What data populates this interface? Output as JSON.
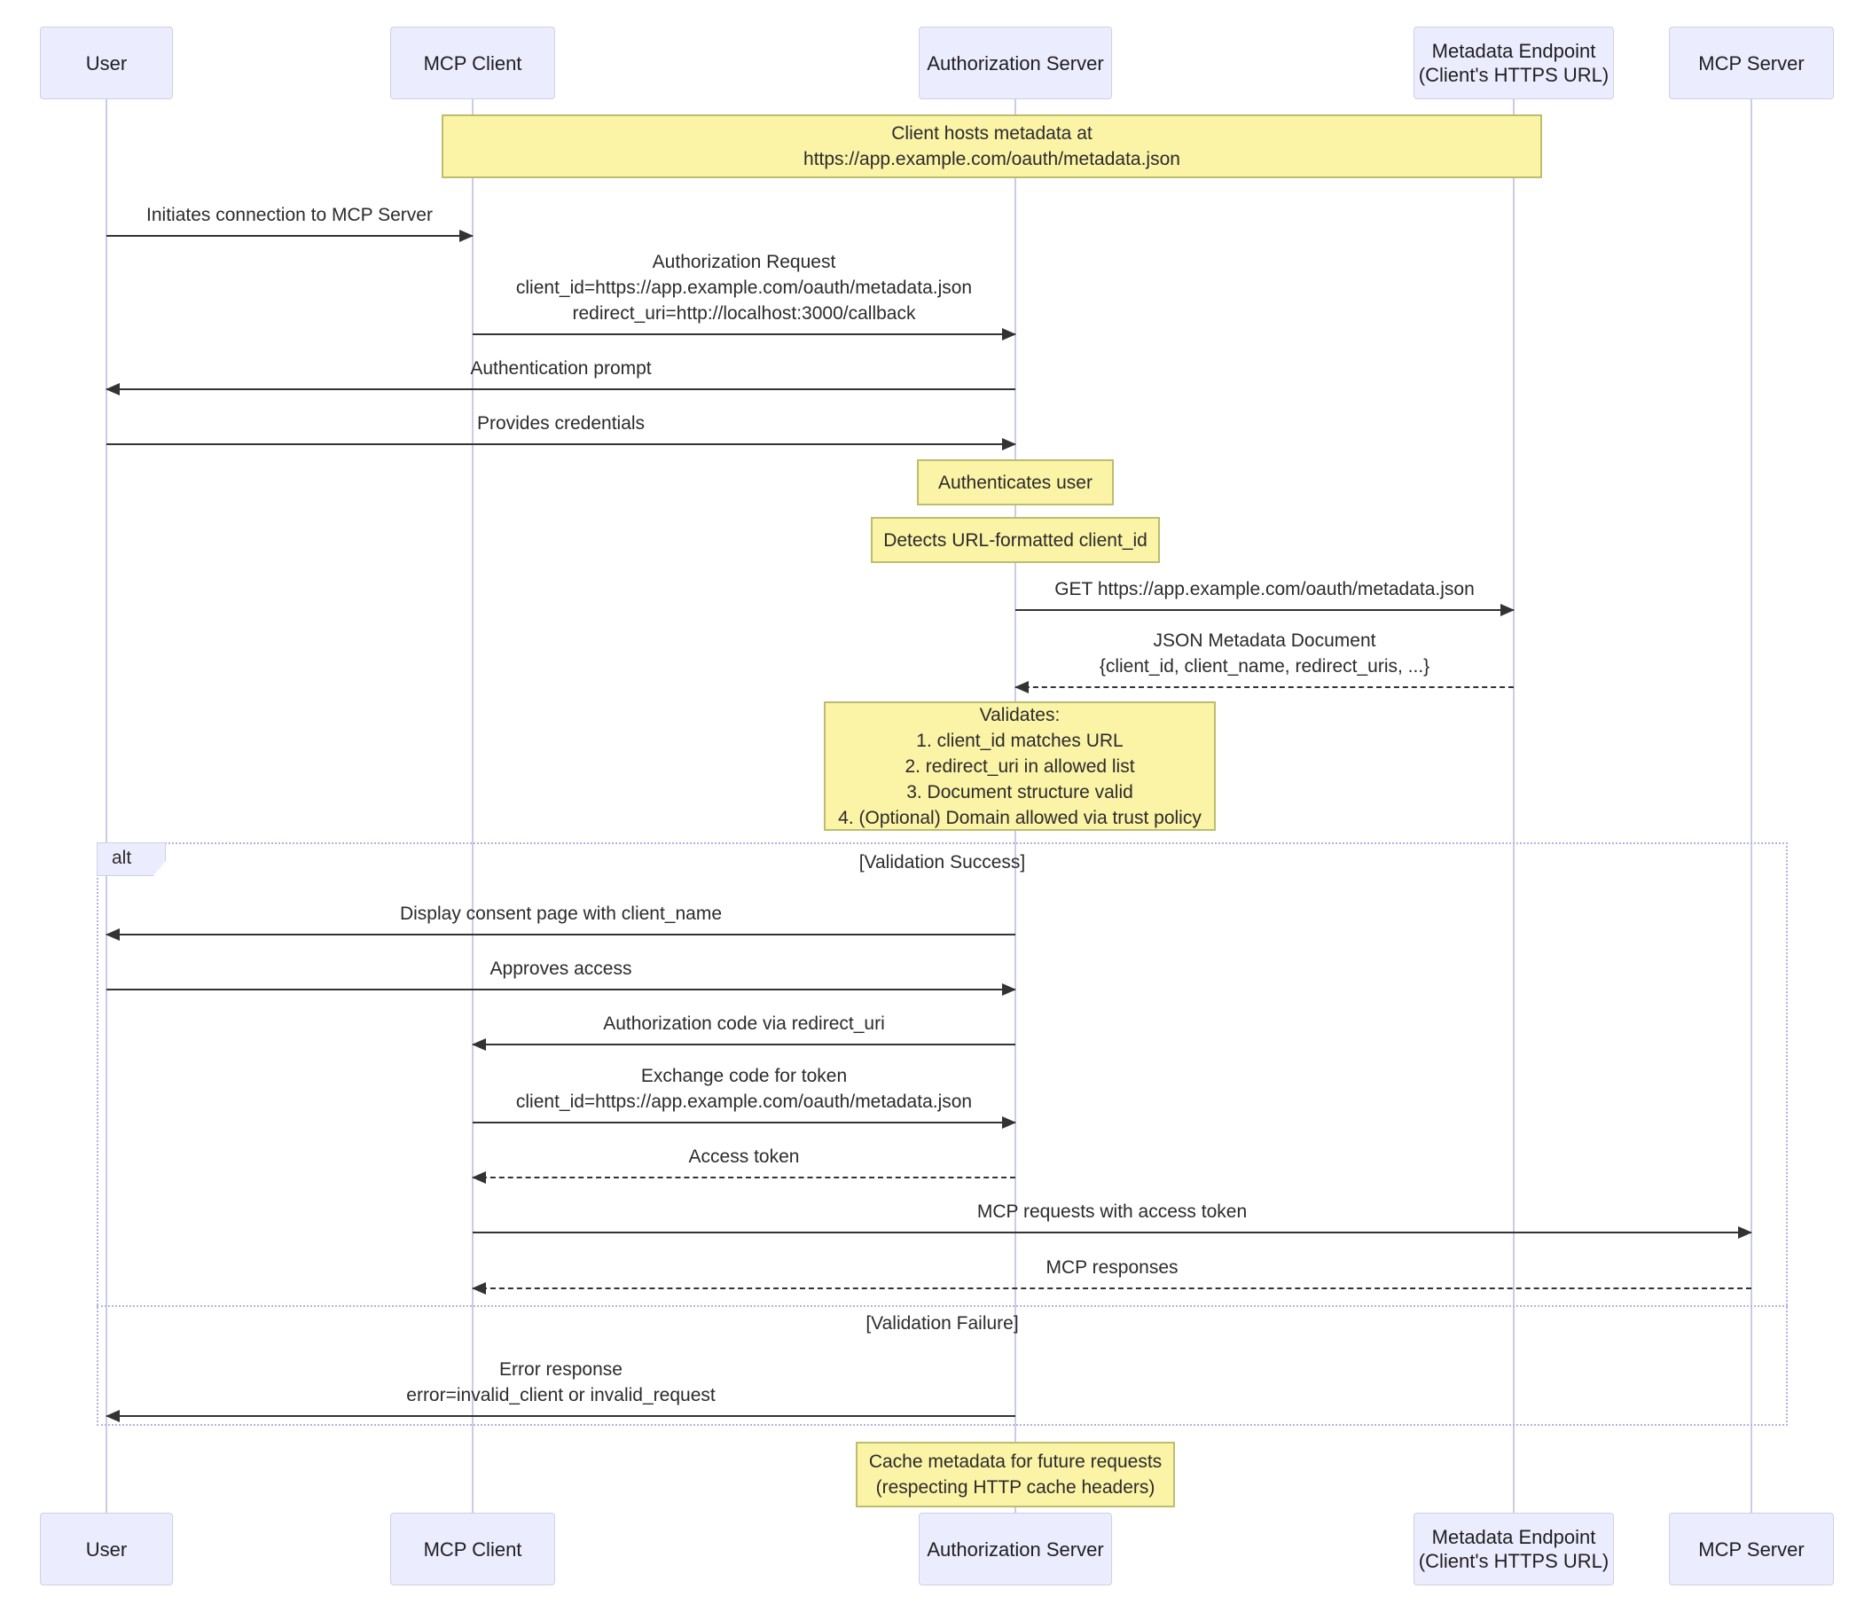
{
  "diagram": {
    "participants": [
      {
        "id": "user",
        "label": "User"
      },
      {
        "id": "mcp-client",
        "label": "MCP Client"
      },
      {
        "id": "auth-server",
        "label": "Authorization Server"
      },
      {
        "id": "metadata-endpoint",
        "label": "Metadata Endpoint\n(Client's HTTPS URL)"
      },
      {
        "id": "mcp-server",
        "label": "MCP Server"
      }
    ],
    "notes": [
      {
        "over": "MCP Client, Metadata Endpoint",
        "text": "Client hosts metadata at\nhttps://app.example.com/oauth/metadata.json"
      },
      {
        "over": "Authorization Server",
        "text": "Authenticates user"
      },
      {
        "over": "Authorization Server",
        "text": "Detects URL-formatted client_id"
      },
      {
        "over": "Authorization Server",
        "text": "Validates:\n1. client_id matches URL\n2. redirect_uri in allowed list\n3. Document structure valid\n4. (Optional) Domain allowed via trust policy"
      },
      {
        "over": "Authorization Server",
        "text": "Cache metadata for future requests\n(respecting HTTP cache headers)"
      }
    ],
    "messages": [
      {
        "from": "User",
        "to": "MCP Client",
        "style": "solid",
        "text": "Initiates connection to MCP Server"
      },
      {
        "from": "MCP Client",
        "to": "Authorization Server",
        "style": "solid",
        "text": "Authorization Request\nclient_id=https://app.example.com/oauth/metadata.json\nredirect_uri=http://localhost:3000/callback"
      },
      {
        "from": "Authorization Server",
        "to": "User",
        "style": "solid",
        "text": "Authentication prompt"
      },
      {
        "from": "User",
        "to": "Authorization Server",
        "style": "solid",
        "text": "Provides credentials"
      },
      {
        "from": "Authorization Server",
        "to": "Metadata Endpoint",
        "style": "solid",
        "text": "GET https://app.example.com/oauth/metadata.json"
      },
      {
        "from": "Metadata Endpoint",
        "to": "Authorization Server",
        "style": "dashed",
        "text": "JSON Metadata Document\n{client_id, client_name, redirect_uris, ...}"
      },
      {
        "from": "Authorization Server",
        "to": "User",
        "style": "solid",
        "text": "Display consent page with client_name"
      },
      {
        "from": "User",
        "to": "Authorization Server",
        "style": "solid",
        "text": "Approves access"
      },
      {
        "from": "Authorization Server",
        "to": "MCP Client",
        "style": "solid",
        "text": "Authorization code via redirect_uri"
      },
      {
        "from": "MCP Client",
        "to": "Authorization Server",
        "style": "solid",
        "text": "Exchange code for token\nclient_id=https://app.example.com/oauth/metadata.json"
      },
      {
        "from": "Authorization Server",
        "to": "MCP Client",
        "style": "dashed",
        "text": "Access token"
      },
      {
        "from": "MCP Client",
        "to": "MCP Server",
        "style": "solid",
        "text": "MCP requests with access token"
      },
      {
        "from": "MCP Server",
        "to": "MCP Client",
        "style": "dashed",
        "text": "MCP responses"
      },
      {
        "from": "Authorization Server",
        "to": "User",
        "style": "solid",
        "text": "Error response\nerror=invalid_client or invalid_request"
      }
    ],
    "alt_block": {
      "label": "alt",
      "branches": [
        {
          "condition": "[Validation Success]"
        },
        {
          "condition": "[Validation Failure]"
        }
      ]
    }
  },
  "colors": {
    "actor_fill": "#ECECFF",
    "actor_border": "#CFCFE8",
    "note_fill": "#FBF3A6",
    "note_border": "#BDBD6E",
    "lifeline": "#CBCBE8",
    "frame_border": "#B3B3E0",
    "arrow": "#333333",
    "text": "#2b2b2b"
  }
}
